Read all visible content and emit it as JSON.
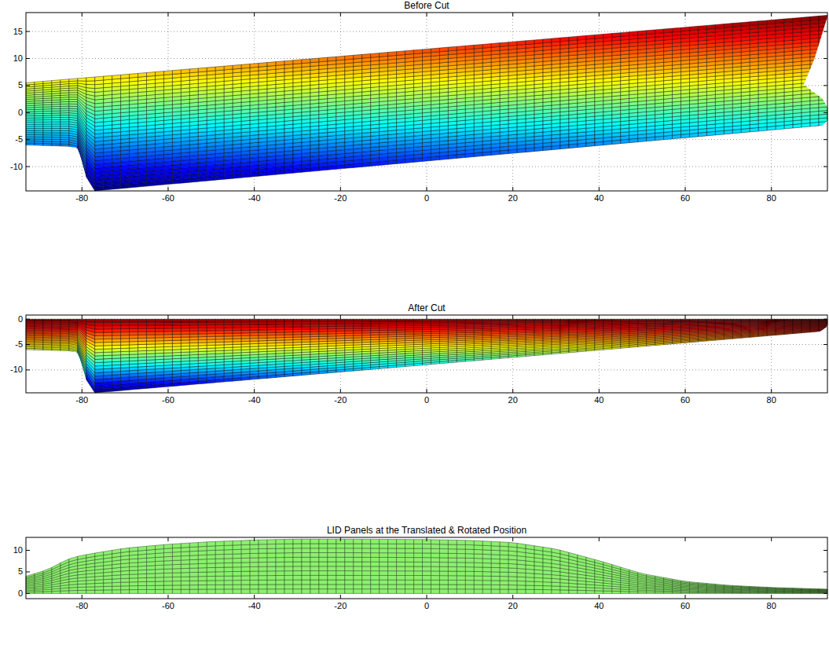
{
  "diagram": {
    "labels": [
      "Before Cut",
      "15",
      "10",
      "5",
      "0",
      "-5",
      "-10",
      "-80",
      "-60",
      "-40",
      "-20",
      "0",
      "20",
      "40",
      "60",
      "80",
      "After Cut",
      "0",
      "-5",
      "-10",
      "-80",
      "-60",
      "-40",
      "-20",
      "0",
      "20",
      "40",
      "60",
      "80",
      "LID Panels at the Translated & Rotated Position",
      "10",
      "5",
      "0",
      "-80",
      "-60",
      "-40",
      "-20",
      "0",
      "20",
      "40",
      "60",
      "80"
    ]
  }
}
